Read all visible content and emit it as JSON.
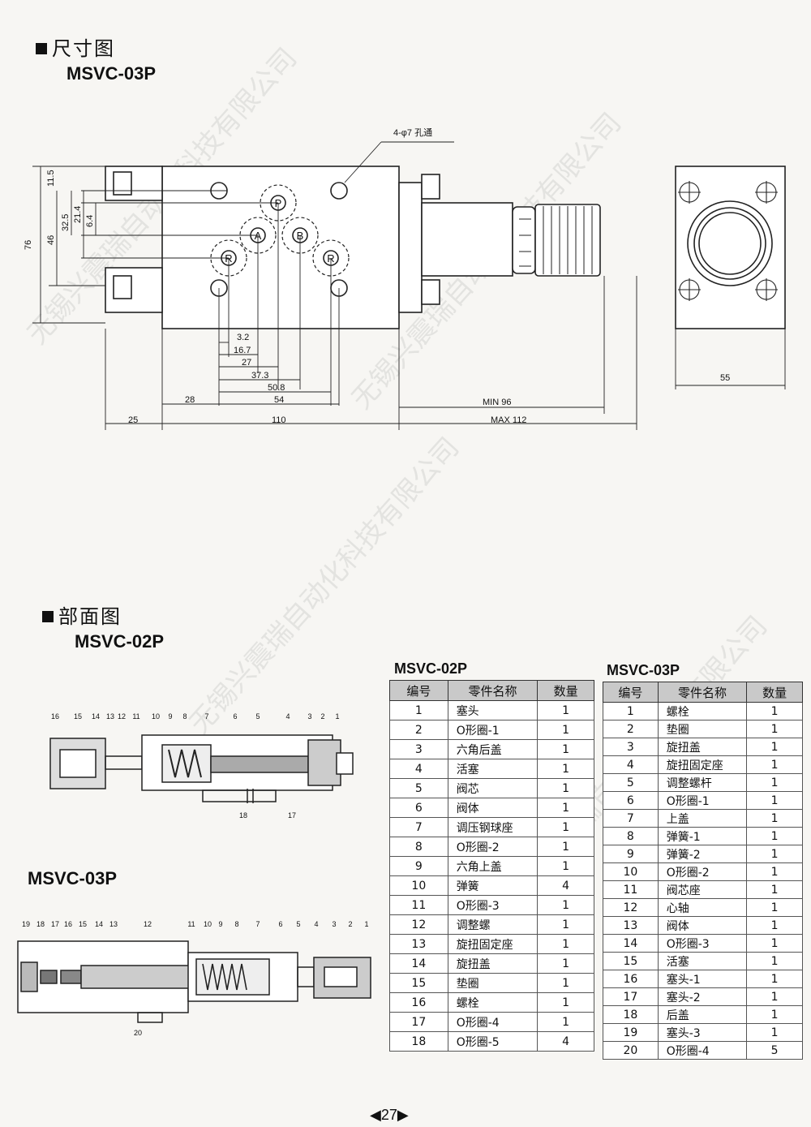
{
  "section1": {
    "title": "尺寸图",
    "model": "MSVC-03P"
  },
  "dim": {
    "hole_note": "4-φ7 孔通",
    "v_dims": [
      "11.5",
      "32.5",
      "21.4",
      "6.4",
      "46",
      "76"
    ],
    "h_dims": [
      "3.2",
      "16.7",
      "27",
      "37.3",
      "50.8",
      "54",
      "28",
      "110",
      "25",
      "MIN 96",
      "MAX 112",
      "55"
    ],
    "ports": [
      "P",
      "A",
      "B",
      "R",
      "R"
    ]
  },
  "section2": {
    "title": "部面图",
    "model_top": "MSVC-02P",
    "model_bottom": "MSVC-03P"
  },
  "callouts_02p": [
    "16",
    "15",
    "14",
    "13",
    "12",
    "11",
    "10",
    "9",
    "8",
    "7",
    "6",
    "5",
    "4",
    "3",
    "2",
    "1",
    "18",
    "17"
  ],
  "callouts_03p": [
    "19",
    "18",
    "17",
    "16",
    "15",
    "14",
    "13",
    "12",
    "11",
    "10",
    "9",
    "8",
    "7",
    "6",
    "5",
    "4",
    "3",
    "2",
    "1",
    "20"
  ],
  "table_02p": {
    "model": "MSVC-02P",
    "headers": [
      "编号",
      "零件名称",
      "数量"
    ],
    "rows": [
      [
        "1",
        "塞头",
        "1"
      ],
      [
        "2",
        "O形圈-1",
        "1"
      ],
      [
        "3",
        "六角后盖",
        "1"
      ],
      [
        "4",
        "活塞",
        "1"
      ],
      [
        "5",
        "阀芯",
        "1"
      ],
      [
        "6",
        "阀体",
        "1"
      ],
      [
        "7",
        "调压钢球座",
        "1"
      ],
      [
        "8",
        "O形圈-2",
        "1"
      ],
      [
        "9",
        "六角上盖",
        "1"
      ],
      [
        "10",
        "弹簧",
        "4"
      ],
      [
        "11",
        "O形圈-3",
        "1"
      ],
      [
        "12",
        "调整螺",
        "1"
      ],
      [
        "13",
        "旋扭固定座",
        "1"
      ],
      [
        "14",
        "旋扭盖",
        "1"
      ],
      [
        "15",
        "垫圈",
        "1"
      ],
      [
        "16",
        "螺栓",
        "1"
      ],
      [
        "17",
        "O形圈-4",
        "1"
      ],
      [
        "18",
        "O形圈-5",
        "4"
      ]
    ]
  },
  "table_03p": {
    "model": "MSVC-03P",
    "headers": [
      "编号",
      "零件名称",
      "数量"
    ],
    "rows": [
      [
        "1",
        "螺栓",
        "1"
      ],
      [
        "2",
        "垫圈",
        "1"
      ],
      [
        "3",
        "旋扭盖",
        "1"
      ],
      [
        "4",
        "旋扭固定座",
        "1"
      ],
      [
        "5",
        "调整螺杆",
        "1"
      ],
      [
        "6",
        "O形圈-1",
        "1"
      ],
      [
        "7",
        "上盖",
        "1"
      ],
      [
        "8",
        "弹簧-1",
        "1"
      ],
      [
        "9",
        "弹簧-2",
        "1"
      ],
      [
        "10",
        "O形圈-2",
        "1"
      ],
      [
        "11",
        "阀芯座",
        "1"
      ],
      [
        "12",
        "心轴",
        "1"
      ],
      [
        "13",
        "阀体",
        "1"
      ],
      [
        "14",
        "O形圈-3",
        "1"
      ],
      [
        "15",
        "活塞",
        "1"
      ],
      [
        "16",
        "塞头-1",
        "1"
      ],
      [
        "17",
        "塞头-2",
        "1"
      ],
      [
        "18",
        "后盖",
        "1"
      ],
      [
        "19",
        "塞头-3",
        "1"
      ],
      [
        "20",
        "O形圈-4",
        "5"
      ]
    ]
  },
  "footer": {
    "page": "27"
  },
  "watermark": "无锡兴震瑞自动化科技有限公司"
}
